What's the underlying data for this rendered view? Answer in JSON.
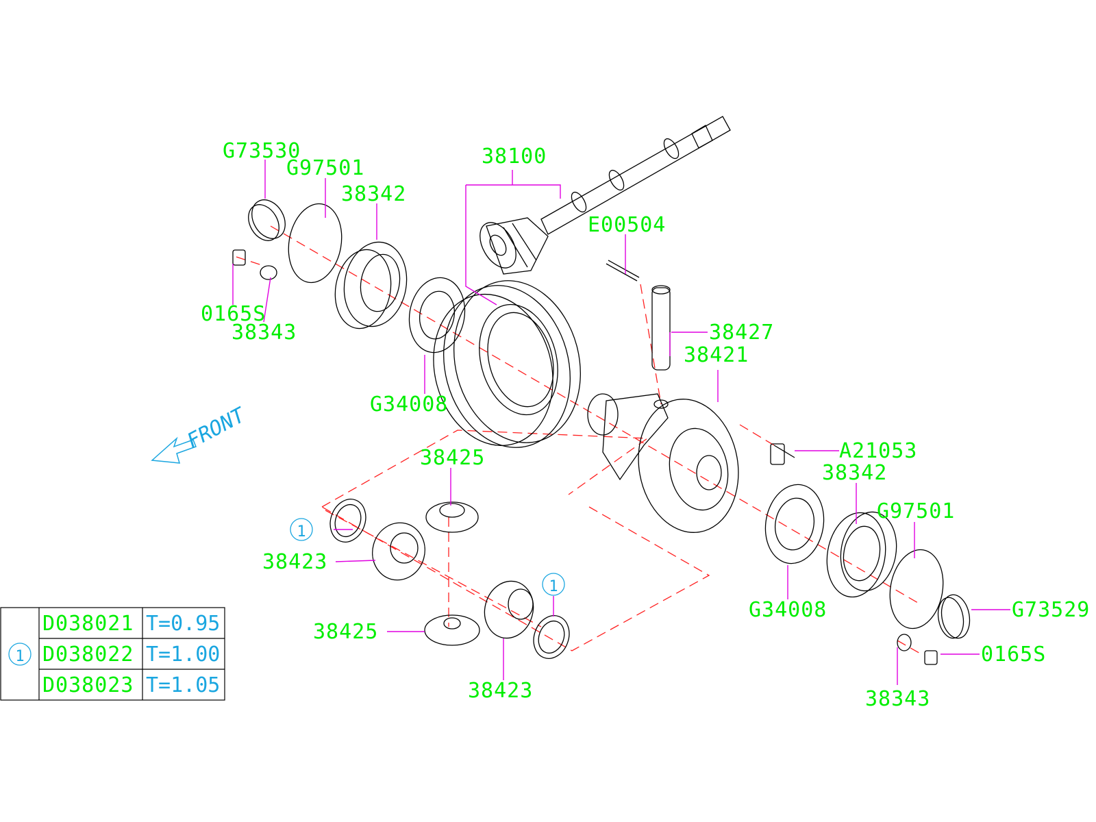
{
  "labels": {
    "g73530": "G73530",
    "g97501_top": "G97501",
    "p38100": "38100",
    "p38342_top": "38342",
    "e00504": "E00504",
    "p0165s_top": "0165S",
    "p38343_top": "38343",
    "p38427": "38427",
    "p38421": "38421",
    "g34008_top": "G34008",
    "a21053": "A21053",
    "p38342_bot": "38342",
    "p38425_top": "38425",
    "g97501_bot": "G97501",
    "p38423_left": "38423",
    "g34008_bot": "G34008",
    "g73529": "G73529",
    "p38425_bot": "38425",
    "p0165s_bot": "0165S",
    "p38423_bot": "38423",
    "p38343_bot": "38343",
    "front": "FRONT",
    "ref1": "1"
  },
  "shim_table": {
    "ref": "1",
    "rows": [
      {
        "part": "D038021",
        "thickness": "T=0.95"
      },
      {
        "part": "D038022",
        "thickness": "T=1.00"
      },
      {
        "part": "D038023",
        "thickness": "T=1.05"
      }
    ]
  },
  "colors": {
    "label": "#00ee00",
    "leader": "#e000e0",
    "axis": "#ff2020",
    "reference": "#1aa6e0"
  }
}
